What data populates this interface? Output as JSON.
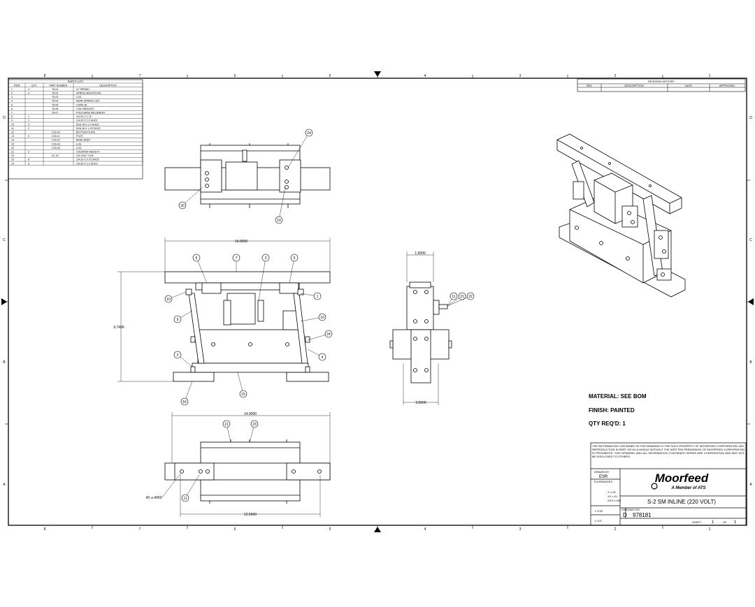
{
  "border": {
    "top_zones": [
      "8",
      "7",
      "6",
      "5",
      "4",
      "3",
      "2",
      "1"
    ],
    "bottom_zones": [
      "8",
      "7",
      "6",
      "5",
      "4",
      "3",
      "2",
      "1"
    ],
    "left_zones": [
      "D",
      "C",
      "B",
      "A"
    ],
    "right_zones": [
      "D",
      "C",
      "B",
      "A"
    ]
  },
  "parts_list": {
    "title": "PARTS LIST",
    "headers": [
      "ITEM",
      "QTY",
      "PART NUMBER",
      "DESCRIPTION"
    ],
    "rows": [
      [
        "1",
        "4",
        "T6-01",
        "LF SPRING"
      ],
      [
        "2",
        "4",
        "T6-02",
        "SPRING BACKPLATE"
      ],
      [
        "3",
        "",
        "T6-03",
        "LUG"
      ],
      [
        "4",
        "",
        "T6-04",
        "REAR SPRING LUG"
      ],
      [
        "5",
        "",
        "T6-05",
        "CORE-IB"
      ],
      [
        "6",
        "",
        "T6-06",
        "COIL BRACKET"
      ],
      [
        "7",
        "",
        "T6-07",
        "FOLE BASE WELDMENT"
      ],
      [
        "8",
        "1",
        "",
        "1/4-20 X 1.75"
      ],
      [
        "9",
        "2",
        "",
        "1/4-20 X 1.0 SHCS"
      ],
      [
        "10",
        "2",
        "",
        "5/16-18 X 1.0 SHCS"
      ],
      [
        "11",
        "2",
        "",
        "5/16-18 X 1.25 SHCS"
      ],
      [
        "12",
        "",
        "C16-20",
        "BOTTOM PLATE"
      ],
      [
        "13",
        "2",
        "C16-11",
        "FOOT"
      ],
      [
        "14",
        "",
        "C16-22",
        "BASE BODY"
      ],
      [
        "15",
        "",
        "C16-03",
        "LUG"
      ],
      [
        "20",
        "",
        "C16-03",
        "LUG"
      ],
      [
        "21",
        "2",
        "",
        "COUNTER WEIGHT"
      ],
      [
        "22",
        "",
        "A7-20",
        "220 VOLT COIL"
      ],
      [
        "23",
        "6",
        "",
        "1/4-20 X 0.75 SHCS"
      ],
      [
        "24",
        "6",
        "",
        "1/4-20 X 1.0 SHCS"
      ]
    ]
  },
  "revision_history": {
    "title": "REVISION HISTORY",
    "headers": [
      "REV",
      "DESCRIPTION",
      "DATE",
      "APPROVED"
    ]
  },
  "top_view": {
    "balloons": [
      "24",
      "20",
      "19"
    ]
  },
  "front_view": {
    "dims": {
      "width": "14.0000",
      "height": "9.7496"
    },
    "balloons": [
      "6",
      "7",
      "3",
      "5",
      "10",
      "9",
      "1",
      "10",
      "24",
      "2",
      "4",
      "16",
      "15"
    ]
  },
  "side_view": {
    "dims": {
      "top": "1.5000",
      "bottom": "3.0000"
    },
    "balloons": [
      "11",
      "21",
      "22"
    ]
  },
  "bottom_view": {
    "dims": {
      "top": "14.0000",
      "bottom": "12.5000",
      "hole": "4X ⌀.4060"
    },
    "balloons": [
      "21",
      "23",
      "11"
    ]
  },
  "notes": {
    "material": "MATERIAL: SEE BOM",
    "finish": "FINISH: PAINTED",
    "qty": "QTY REQ'D: 1"
  },
  "title_block": {
    "drawn_label": "DRAWN BY",
    "drawn_by": "ESR",
    "tolerances_label": "TOLERANCES",
    "tol_lines": [
      ".X ±.03",
      ".XX ±.01",
      ".XXX ±.005"
    ],
    "angle": "± 1/32",
    "frac": "± 1/2°",
    "company": "Moorfeed",
    "company_tag": "A Member of ATS",
    "title": "S-2 SM INLINE (220 VOLT)",
    "size_label": "SIZE",
    "size": "D",
    "dwg_label": "DWG NO",
    "dwg_no": "978181",
    "sheet_label": "SHEET",
    "sheet_no": "1",
    "sheet_of": "OF",
    "sheet_total": "1",
    "notice": "THE INFORMATION CONTAINED IN THIS DRAWING IS THE SOLE PROPERTY OF MOORFEED CORPORATION. ANY REPRODUCTION IN PART OR AS A WHOLE WITHOUT THE WRITTEN PERMISSION OF MOORFEED CORPORATION IS PROHIBITED. THIS DRAWING AND ALL INFORMATION CONTAINED HEREIN ARE CONFIDENTIAL AND MAY NOT BE DISCLOSED TO OTHERS."
  },
  "colors": {
    "line": "#000000",
    "paper": "#ffffff"
  }
}
